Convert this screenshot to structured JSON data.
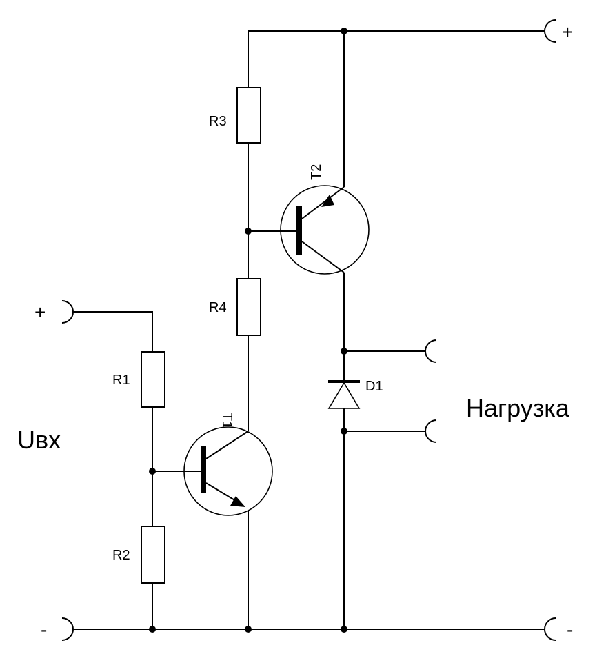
{
  "labels": {
    "r1": "R1",
    "r2": "R2",
    "r3": "R3",
    "r4": "R4",
    "t1": "T1",
    "t2": "T2",
    "d1": "D1",
    "input": "Uвх",
    "load": "Нагрузка",
    "in_plus": "+",
    "in_minus": "-",
    "out_plus": "+",
    "out_minus": "-"
  }
}
